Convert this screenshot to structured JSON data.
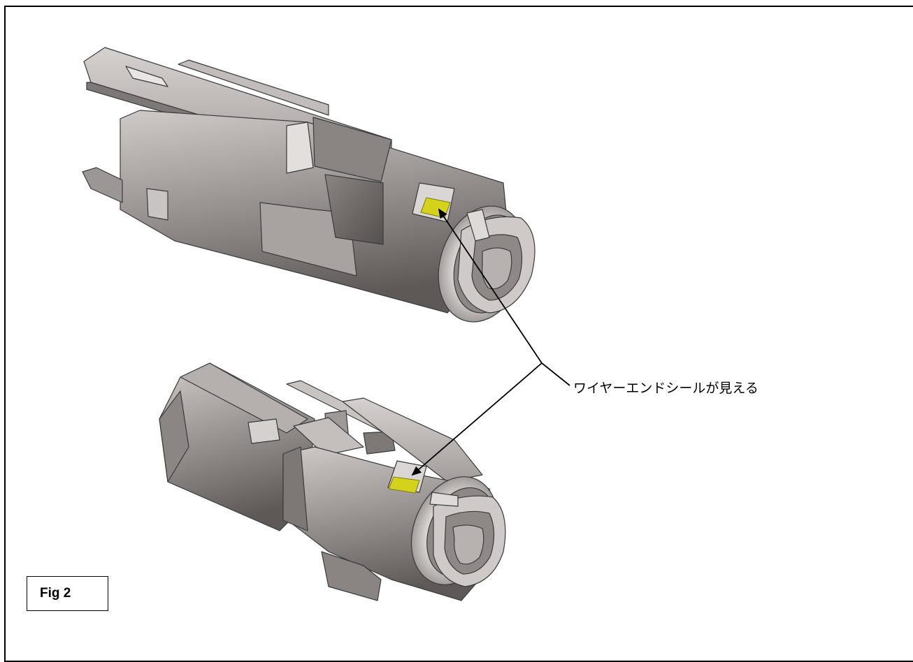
{
  "callout": {
    "text": "ワイヤーエンドシールが見える"
  },
  "figure": {
    "label": "Fig 2"
  },
  "colors": {
    "body_light": "#b9b4b2",
    "body_mid": "#8f8a88",
    "body_dark": "#625d5b",
    "seal_yellow": "#d4d21a",
    "outline": "#3a3a3a"
  },
  "icons": [
    "connector-housing-illustration",
    "wire-end-seal-marker",
    "leader-line-arrow"
  ]
}
